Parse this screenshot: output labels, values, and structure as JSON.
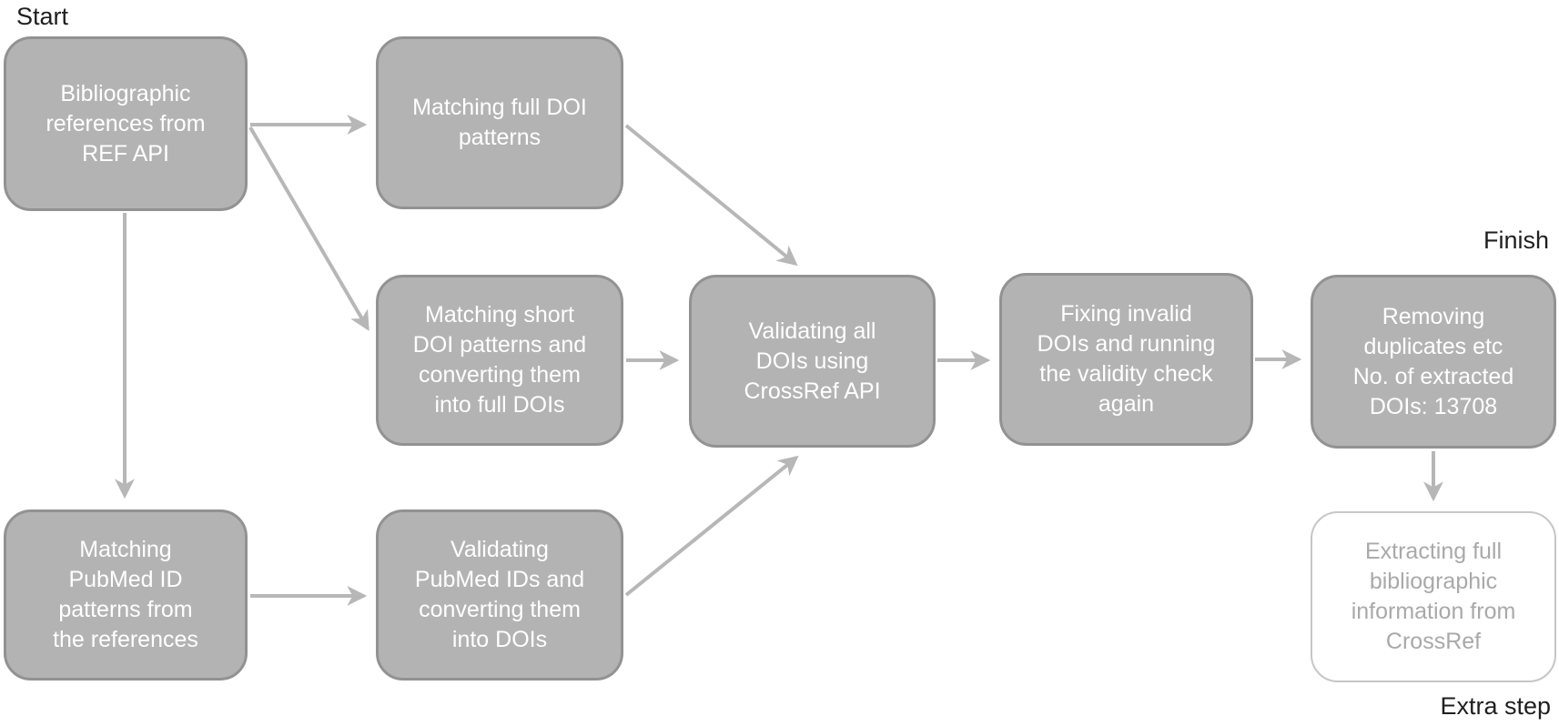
{
  "diagram": {
    "title_labels": {
      "start": "Start",
      "finish": "Finish",
      "extra_step": "Extra step"
    },
    "nodes": [
      {
        "id": "bibliographic-references",
        "label": "Bibliographic\nreferences from\nREF API",
        "type": "step"
      },
      {
        "id": "matching-full-doi",
        "label": "Matching full DOI\npatterns",
        "type": "step"
      },
      {
        "id": "matching-short-doi",
        "label": "Matching short\nDOI patterns and\nconverting them\ninto full DOIs",
        "type": "step"
      },
      {
        "id": "matching-pubmed-ids",
        "label": "Matching\nPubMed ID\npatterns from\nthe references",
        "type": "step"
      },
      {
        "id": "validating-pubmed-ids",
        "label": "Validating\nPubMed IDs and\nconverting them\ninto DOIs",
        "type": "step"
      },
      {
        "id": "validating-all-dois",
        "label": "Validating all\nDOIs using\nCrossRef API",
        "type": "step"
      },
      {
        "id": "fixing-invalid-dois",
        "label": "Fixing invalid\nDOIs and running\nthe validity check\nagain",
        "type": "step"
      },
      {
        "id": "removing-duplicates",
        "label": "Removing\nduplicates etc\nNo. of extracted\nDOIs: 13708",
        "type": "step"
      },
      {
        "id": "extracting-bibliographic-info",
        "label": "Extracting full\nbibliographic\ninformation from\nCrossRef",
        "type": "extra"
      }
    ],
    "edges": [
      {
        "from": "bibliographic-references",
        "to": "matching-full-doi"
      },
      {
        "from": "bibliographic-references",
        "to": "matching-short-doi"
      },
      {
        "from": "bibliographic-references",
        "to": "matching-pubmed-ids"
      },
      {
        "from": "matching-full-doi",
        "to": "validating-all-dois"
      },
      {
        "from": "matching-short-doi",
        "to": "validating-all-dois"
      },
      {
        "from": "matching-pubmed-ids",
        "to": "validating-pubmed-ids"
      },
      {
        "from": "validating-pubmed-ids",
        "to": "validating-all-dois"
      },
      {
        "from": "validating-all-dois",
        "to": "fixing-invalid-dois"
      },
      {
        "from": "fixing-invalid-dois",
        "to": "removing-duplicates"
      },
      {
        "from": "removing-duplicates",
        "to": "extracting-bibliographic-info"
      }
    ],
    "stats": {
      "extracted_dois": "13708"
    },
    "colors": {
      "node_fill": "#b3b3b3",
      "node_border": "#929292",
      "node_text": "#ffffff",
      "arrow": "#b7b7b7",
      "extra_node_fill": "#ffffff",
      "extra_node_border": "#c6c6c6",
      "extra_node_text": "#a9a9a9",
      "label_text": "#1f1f1f"
    }
  }
}
